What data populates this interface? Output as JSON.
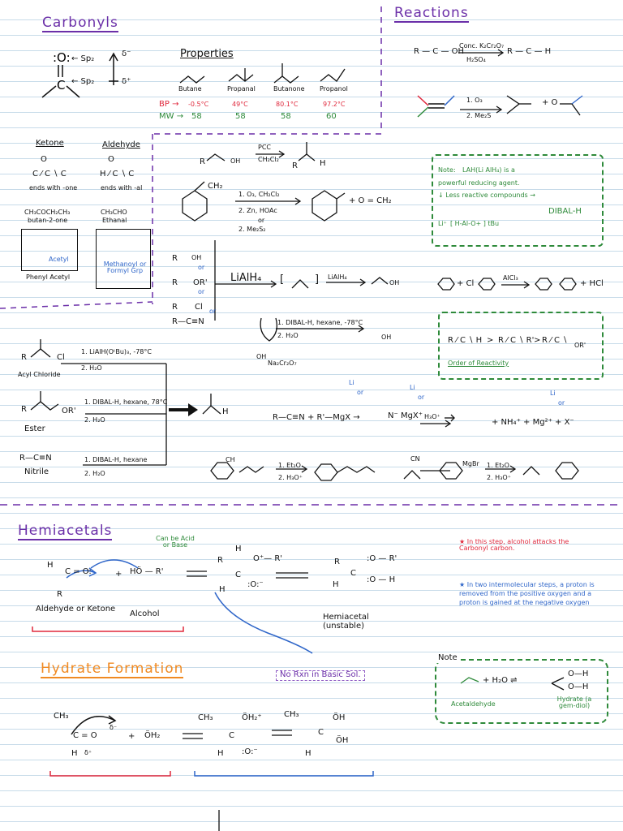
{
  "headings": {
    "carbonyls": "Carbonyls",
    "reactions": "Reactions",
    "hemiacetals": "Hemiacetals",
    "hydrate_formation": "Hydrate Formation"
  },
  "structure": {
    "delta_minus": "δ⁻",
    "delta_plus": "δ⁺",
    "sp2_top": "← Sp₂",
    "sp2_mid": "← Sp₂"
  },
  "properties": {
    "title": "Properties",
    "compounds": [
      "Butane",
      "Propanal",
      "Butanone",
      "Propanol"
    ],
    "bp_label": "BP →",
    "bp_values": [
      "-0.5°C",
      "49°C",
      "80.1°C",
      "97.2°C"
    ],
    "mw_label": "MW →",
    "mw_values": [
      "58",
      "58",
      "58",
      "60"
    ]
  },
  "ketone": {
    "title": "Ketone",
    "ending": "ends with -one",
    "example_formula": "CH₃COCH₂CH₃",
    "example_name": "butan-2-one",
    "group": "Acetyl",
    "name": "Phenyl Acetyl"
  },
  "aldehyde": {
    "title": "Aldehyde",
    "ending": "ends with -al",
    "example_formula": "CH₃CHO",
    "example_name": "Ethanal",
    "group": "Methanoyl or Formyl Grp"
  },
  "reactions_top": {
    "oxidation_reagent": "Conc. K₂Cr₂O₇",
    "oxidation_reagent2": "H₂SO₄",
    "ozonolysis_1": "1. O₃",
    "ozonolysis_2": "2. Me₂S",
    "pcc": "PCC",
    "pcc_solvent": "CH₂Cl₂",
    "ozone_steps": [
      "1. O₃, CH₂Cl₂",
      "2. Zn, HOAc",
      "or",
      "2. Me₂S₂"
    ],
    "ch2": "CH₂",
    "lialh4": "LiAlH₄",
    "lialh4_small": "LiAlH₄",
    "or_labels": [
      "or",
      "or",
      "or"
    ],
    "rcn": "R—C≡N",
    "dibal_step1": "1. DIBAL-H, hexane, -78°C",
    "dibal_step2": "2. H₂O",
    "alcl3": "AlCl₃",
    "hcl": "+ HCl"
  },
  "note_lahcl": {
    "label": "Note:",
    "text1": "LAH(Li AlH₄) is a",
    "text2": "powerful reducing agent.",
    "text3": "↓ Less reactive compounds →",
    "dibal": "DIBAL-H",
    "tbu": "Li⁺",
    "tbuo": "[  H-Al-O+  ]  tBu"
  },
  "reactivity": {
    "title": "Order of Reactivity",
    "or_label": "OR'"
  },
  "reductions": {
    "acyl_chloride": "Acyl Chloride",
    "acyl_step1": "1. LiAlH(OᵗBu)₃, -78°C",
    "acyl_step2": "2. H₂O",
    "ester": "Ester",
    "ester_step1": "1. DIBAL-H, hexane, 78°C",
    "ester_step2": "2. H₂O",
    "nitrile_formula": "R—C≡N",
    "nitrile": "Nitrile",
    "nitrile_step1": "1. DIBAL-H, hexane",
    "nitrile_step2": "2. H₂O"
  },
  "grignard": {
    "equation": "R—C≡N + R'—MgX →",
    "workup": "H₃O⁺",
    "products": "+ NH₄⁺ + Mg²⁺ + X⁻",
    "li1": "Li",
    "li2": "Li",
    "li3": "Li",
    "or1": "or",
    "or2": "or",
    "or3": "or",
    "step1": "1. Et₂O",
    "step2": "2. H₃O⁺",
    "mgbr": "MgBr",
    "na2cr": "Na₂Cr₂O₇",
    "cn": "CN",
    "ch": "CH"
  },
  "hemiacetal": {
    "catalyst": "Can be Acid or Base",
    "ald_label": "Aldehyde or Ketone",
    "alcohol": "Alcohol",
    "product": "Hemiacetal (unstable)",
    "hor": "HÖ — R'",
    "note_red1": "In this step, alcohol attacks the Carbonyl carbon.",
    "note_blue1": "In two intermolecular steps, a proton is removed from the positive oxygen and a proton is gained at the negative oxygen"
  },
  "hydrate": {
    "no_rxn": "No Rxn in Basic Sol.",
    "note_label": "Note",
    "equation": "+ H₂O ⇌",
    "acetaldehyde": "Acetaldehyde",
    "hydrate_label": "Hydrate (a gem-diol)",
    "ch3": "CH₃",
    "oh2": "ÖH₂"
  }
}
